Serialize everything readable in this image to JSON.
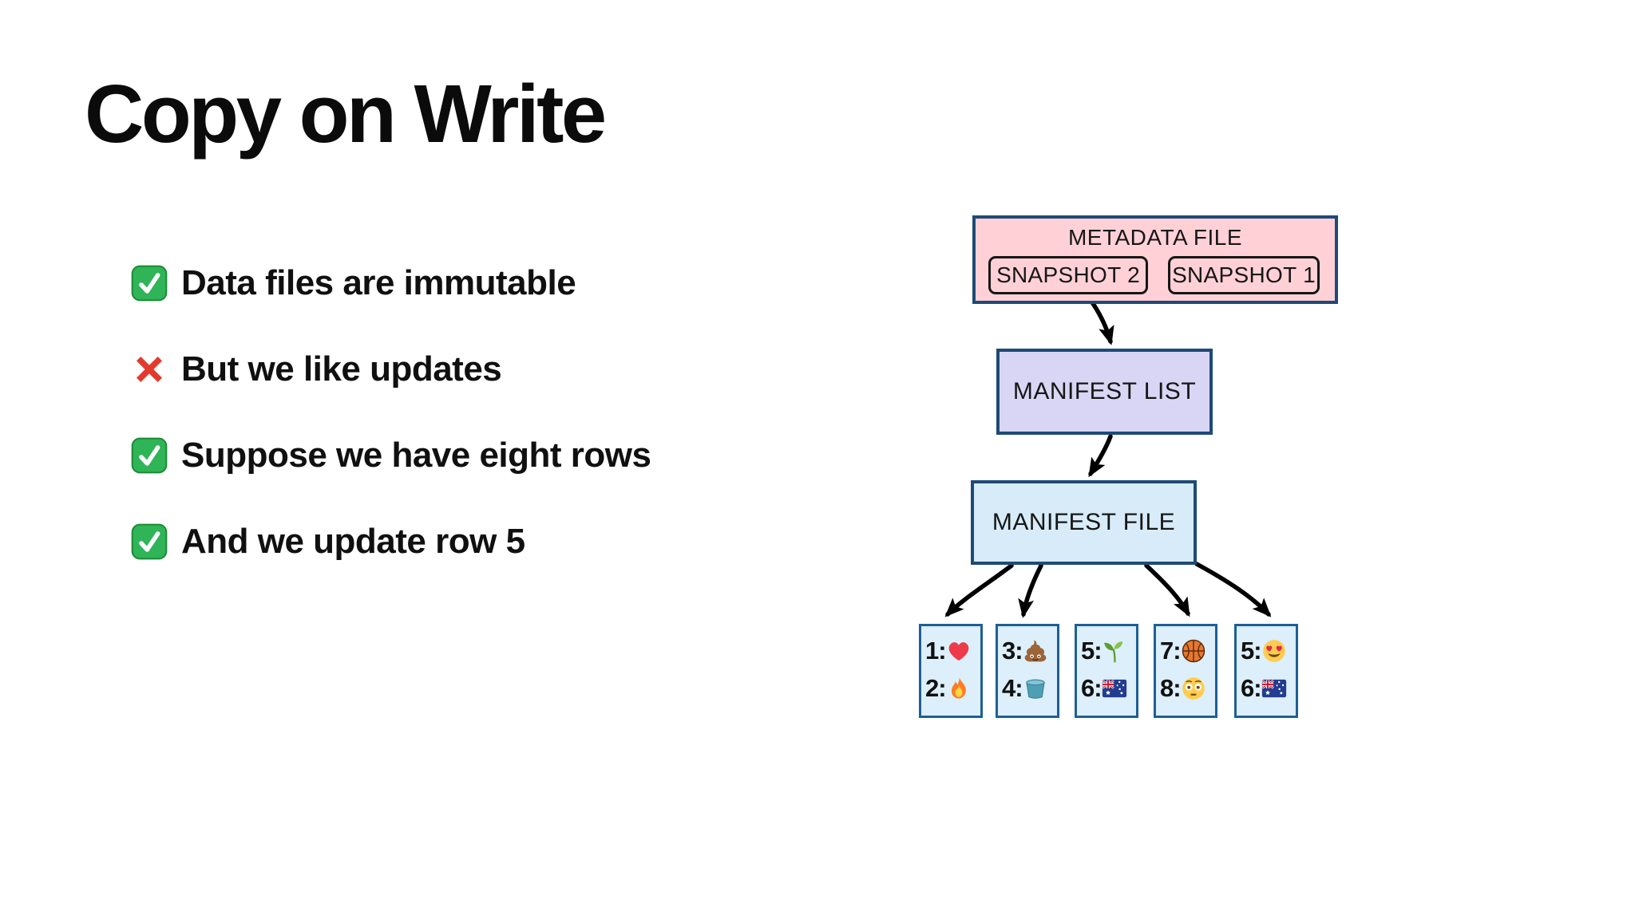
{
  "slide": {
    "title": "Copy on Write",
    "bullets": [
      {
        "icon": "check",
        "text": "Data files are immutable"
      },
      {
        "icon": "cross",
        "text": "But we like updates"
      },
      {
        "icon": "check",
        "text": "Suppose we have eight rows"
      },
      {
        "icon": "check",
        "text": "And we update row 5"
      }
    ]
  },
  "diagram": {
    "metadata_file": {
      "label": "METADATA FILE",
      "snapshots": [
        {
          "label": "SNAPSHOT 2"
        },
        {
          "label": "SNAPSHOT 1"
        }
      ]
    },
    "manifest_list": {
      "label": "MANIFEST LIST"
    },
    "manifest_file": {
      "label": "MANIFEST FILE"
    },
    "data_files": [
      {
        "id": "data-file-1",
        "rows": [
          {
            "label": "1:",
            "icon": "heart"
          },
          {
            "label": "2:",
            "icon": "fire"
          }
        ]
      },
      {
        "id": "data-file-2",
        "rows": [
          {
            "label": "3:",
            "icon": "poop"
          },
          {
            "label": "4:",
            "icon": "bucket"
          }
        ]
      },
      {
        "id": "data-file-3",
        "rows": [
          {
            "label": "5:",
            "icon": "seedling"
          },
          {
            "label": "6:",
            "icon": "australia-flag"
          }
        ]
      },
      {
        "id": "data-file-4",
        "rows": [
          {
            "label": "7:",
            "icon": "basketball"
          },
          {
            "label": "8:",
            "icon": "flushed-face"
          }
        ]
      },
      {
        "id": "data-file-5",
        "rows": [
          {
            "label": "5:",
            "icon": "heart-eyes"
          },
          {
            "label": "6:",
            "icon": "australia-flag"
          }
        ]
      }
    ],
    "edges": [
      {
        "from": "snapshot-2",
        "to": "manifest-list"
      },
      {
        "from": "manifest-list",
        "to": "manifest-file"
      },
      {
        "from": "manifest-file",
        "to": "data-file-1"
      },
      {
        "from": "manifest-file",
        "to": "data-file-2"
      },
      {
        "from": "manifest-file",
        "to": "data-file-4"
      },
      {
        "from": "manifest-file",
        "to": "data-file-5"
      }
    ],
    "colors": {
      "metadata_fill": "#FFD1D7",
      "manifest_list_fill": "#D9D6F5",
      "manifest_file_fill": "#D7ECF8",
      "data_file_fill": "#DCEFFA",
      "box_border": "#1F4A77",
      "data_file_border": "#1E5F96",
      "snapshot_border": "#161616",
      "arrow": "#000000"
    }
  }
}
